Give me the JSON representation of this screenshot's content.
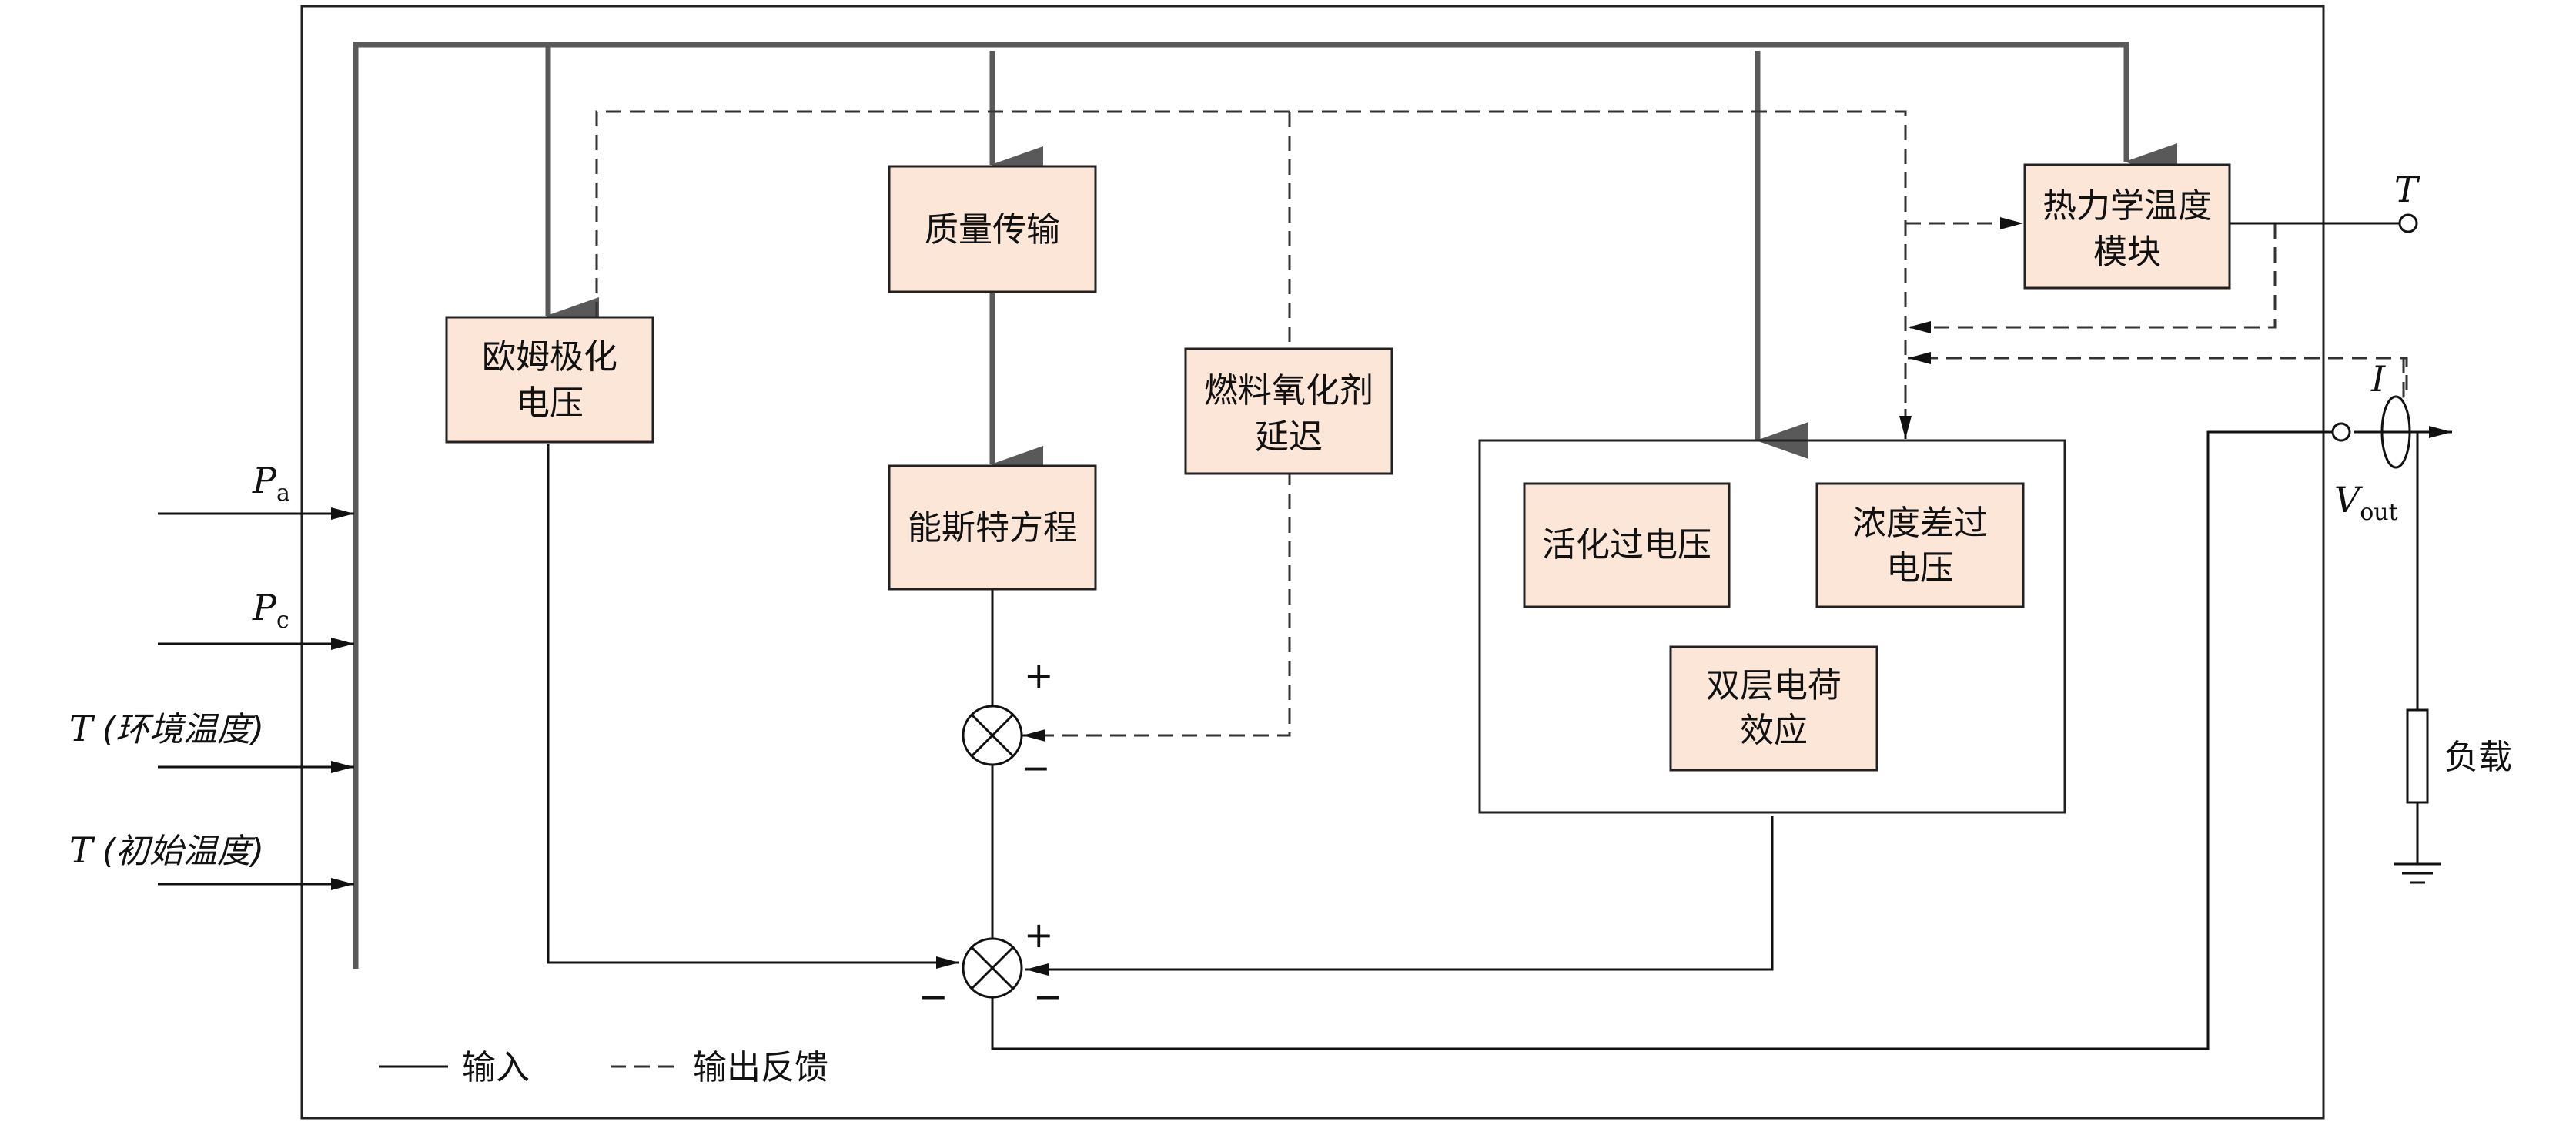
{
  "blocks": {
    "ohmic": [
      "欧姆极化",
      "电压"
    ],
    "mass": [
      "质量传输"
    ],
    "nernst": [
      "能斯特方程"
    ],
    "fuel": [
      "燃料氧化剂",
      "延迟"
    ],
    "thermo": [
      "热力学温度",
      "模块"
    ],
    "activation": [
      "活化过电压"
    ],
    "concentration": [
      "浓度差过",
      "电压"
    ],
    "double_layer": [
      "双层电荷",
      "效应"
    ]
  },
  "inputs": {
    "pa": {
      "sym": "P",
      "sub": "a"
    },
    "pc": {
      "sym": "P",
      "sub": "c"
    },
    "t_env": {
      "sym": "T",
      "label": "(环境温度)"
    },
    "t_init": {
      "sym": "T",
      "label": "(初始温度)"
    }
  },
  "outputs": {
    "t_out": "T",
    "current": "I",
    "vout": {
      "sym": "V",
      "sub": "out"
    },
    "load": "负载"
  },
  "signs": {
    "upper_plus": "+",
    "upper_minus": "−",
    "lower_plus": "+",
    "lower_minus_left": "−",
    "lower_minus_right": "−"
  },
  "legend": {
    "solid_label": "输入",
    "dashed_label": "输出反馈"
  }
}
